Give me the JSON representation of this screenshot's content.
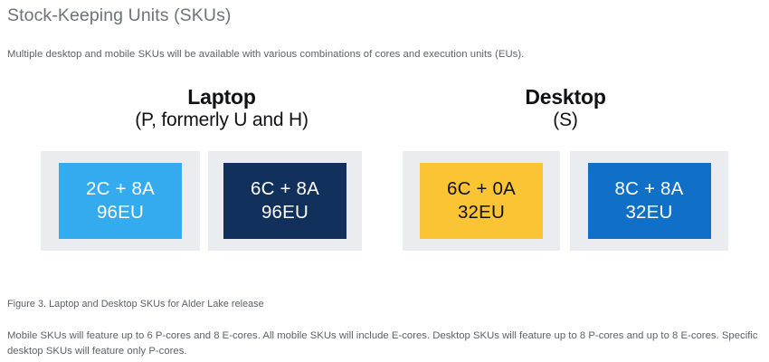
{
  "document": {
    "title": "Stock-Keeping Units (SKUs)",
    "intro": "Multiple desktop and mobile SKUs will be available with various combinations of cores and execution units (EUs).",
    "figure_caption": "Figure 3. Laptop and Desktop SKUs for Alder Lake release",
    "footer": "Mobile SKUs will feature up to 6 P-cores and 8 E-cores. All mobile SKUs will include E-cores. Desktop SKUs will feature up to 8 P-cores and up to 8 E-cores. Specific desktop SKUs will feature only P-cores."
  },
  "colors": {
    "page_background": "#ffffff",
    "title_text": "#6e7277",
    "body_text": "#5d6168",
    "heading_text": "#111214",
    "panel_background": "#ebecef",
    "chip_light_blue": "#35abef",
    "chip_navy": "#12305c",
    "chip_yellow": "#fbc434",
    "chip_blue": "#1070c8",
    "chip_text_light": "#ffffff",
    "chip_text_dark": "#111111"
  },
  "groups": [
    {
      "name": "laptop",
      "heading_main": "Laptop",
      "heading_sub": "(P, formerly U and H)"
    },
    {
      "name": "desktop",
      "heading_main": "Desktop",
      "heading_sub": "(S)"
    }
  ],
  "skus": [
    {
      "group": "laptop",
      "cores": "2C + 8A",
      "eus": "96EU",
      "fill": "#35abef",
      "text_color": "#ffffff"
    },
    {
      "group": "laptop",
      "cores": "6C + 8A",
      "eus": "96EU",
      "fill": "#12305c",
      "text_color": "#ffffff"
    },
    {
      "group": "desktop",
      "cores": "6C + 0A",
      "eus": "32EU",
      "fill": "#fbc434",
      "text_color": "#111111"
    },
    {
      "group": "desktop",
      "cores": "8C + 8A",
      "eus": "32EU",
      "fill": "#1070c8",
      "text_color": "#ffffff"
    }
  ]
}
